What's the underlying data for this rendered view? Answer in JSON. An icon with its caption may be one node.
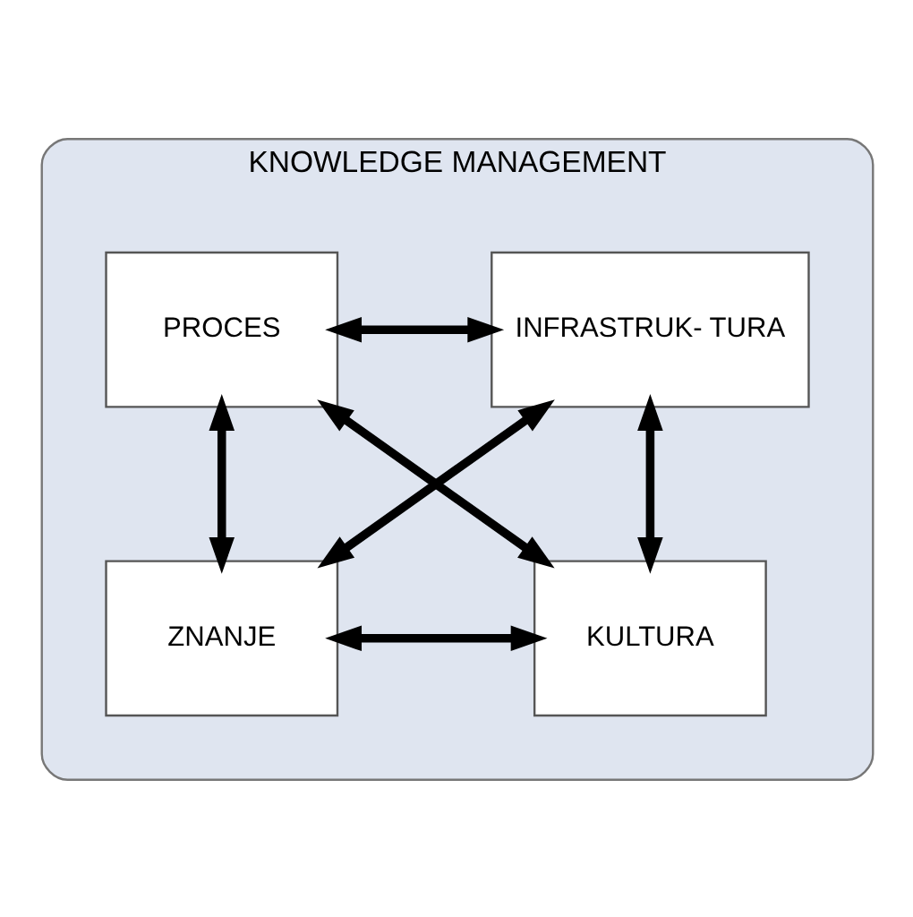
{
  "diagram": {
    "nodes": [
      {
        "text": [
          "KNOWLEDGE MANAGEMENT"
        ]
      },
      {
        "text": [
          "INFRASTRUK- TURA"
        ],
        "in": 0
      },
      {
        "text": [
          "PROCES"
        ],
        "in": 0
      },
      {
        "text": [
          "KULTURA"
        ],
        "in": 0
      },
      {
        "text": [
          "ZNANJE"
        ],
        "in": 0
      }
    ],
    "edges": [
      {
        "from": 1,
        "to": 2,
        "arrow": "both"
      },
      {
        "from": 1,
        "to": 3,
        "arrow": "both"
      },
      {
        "from": 1,
        "to": 4,
        "arrow": "both"
      },
      {
        "from": 2,
        "to": 3,
        "arrow": "both"
      },
      {
        "from": 2,
        "to": 4,
        "arrow": "both"
      },
      {
        "from": 3,
        "to": 4,
        "arrow": "both"
      }
    ]
  }
}
